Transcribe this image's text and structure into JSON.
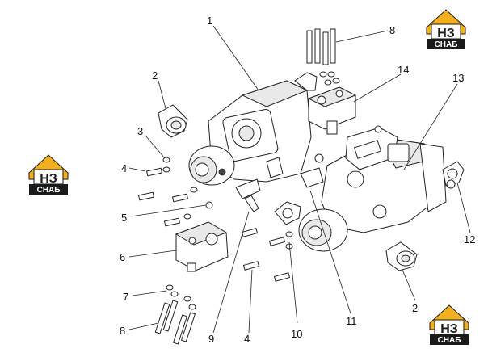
{
  "callouts": [
    {
      "id": "c1",
      "label": "1"
    },
    {
      "id": "c2a",
      "label": "2"
    },
    {
      "id": "c3",
      "label": "3"
    },
    {
      "id": "c4a",
      "label": "4"
    },
    {
      "id": "c5",
      "label": "5"
    },
    {
      "id": "c6",
      "label": "6"
    },
    {
      "id": "c7",
      "label": "7"
    },
    {
      "id": "c8a",
      "label": "8"
    },
    {
      "id": "c9",
      "label": "9"
    },
    {
      "id": "c4b",
      "label": "4"
    },
    {
      "id": "c10",
      "label": "10"
    },
    {
      "id": "c11",
      "label": "11"
    },
    {
      "id": "c2b",
      "label": "2"
    },
    {
      "id": "c12",
      "label": "12"
    },
    {
      "id": "c13",
      "label": "13"
    },
    {
      "id": "c14",
      "label": "14"
    },
    {
      "id": "c8b",
      "label": "8"
    }
  ],
  "logo": {
    "mark": "НЗ",
    "caption": "СНАБ",
    "colors": {
      "accent": "#f2b01e",
      "dark": "#1a1a1a",
      "light": "#ffffff"
    }
  }
}
